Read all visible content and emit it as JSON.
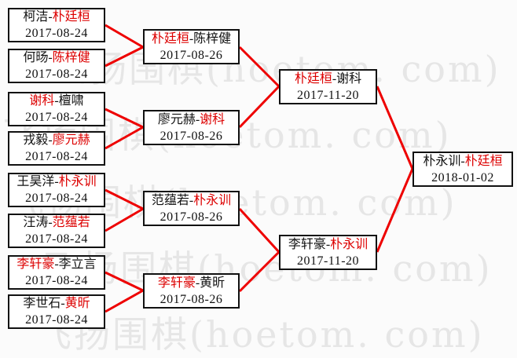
{
  "watermark": {
    "text": "飞扬围棋(hoetom. com)"
  },
  "colors": {
    "win": "#dd0000",
    "line": "#ee0000",
    "watermark": "#e6e6e6"
  },
  "rounds": [
    {
      "name": "round-of-16",
      "matches": [
        {
          "p1": "柯洁",
          "sep": "-",
          "p2": "朴廷桓",
          "date": "2017-08-24",
          "winner": "p2"
        },
        {
          "p1": "何旸",
          "sep": "-",
          "p2": "陈梓健",
          "date": "2017-08-24",
          "winner": "p2"
        },
        {
          "p1": "谢科",
          "sep": "-",
          "p2": "檀啸",
          "date": "2017-08-24",
          "winner": "p1"
        },
        {
          "p1": "戎毅",
          "sep": "-",
          "p2": "廖元赫",
          "date": "2017-08-24",
          "winner": "p2"
        },
        {
          "p1": "王昊洋",
          "sep": "-",
          "p2": "朴永训",
          "date": "2017-08-24",
          "winner": "p2"
        },
        {
          "p1": "汪涛",
          "sep": "-",
          "p2": "范蕴若",
          "date": "2017-08-24",
          "winner": "p2"
        },
        {
          "p1": "李轩豪",
          "sep": "-",
          "p2": "李立言",
          "date": "2017-08-24",
          "winner": "p1"
        },
        {
          "p1": "李世石",
          "sep": "-",
          "p2": "黄昕",
          "date": "2017-08-24",
          "winner": "p2"
        }
      ]
    },
    {
      "name": "quarterfinals",
      "matches": [
        {
          "p1": "朴廷桓",
          "sep": "-",
          "p2": "陈梓健",
          "date": "2017-08-26",
          "winner": "p1"
        },
        {
          "p1": "廖元赫",
          "sep": "-",
          "p2": "谢科",
          "date": "2017-08-26",
          "winner": "p2"
        },
        {
          "p1": "范蕴若",
          "sep": "-",
          "p2": "朴永训",
          "date": "2017-08-26",
          "winner": "p2"
        },
        {
          "p1": "李轩豪",
          "sep": "-",
          "p2": "黄昕",
          "date": "2017-08-26",
          "winner": "p1"
        }
      ]
    },
    {
      "name": "semifinals",
      "matches": [
        {
          "p1": "朴廷桓",
          "sep": "-",
          "p2": "谢科",
          "date": "2017-11-20",
          "winner": "p1"
        },
        {
          "p1": "李轩豪",
          "sep": "-",
          "p2": "朴永训",
          "date": "2017-11-20",
          "winner": "p2"
        }
      ]
    },
    {
      "name": "final",
      "matches": [
        {
          "p1": "朴永训",
          "sep": "-",
          "p2": "朴廷桓",
          "date": "2018-01-02",
          "winner": "p2"
        }
      ]
    }
  ]
}
